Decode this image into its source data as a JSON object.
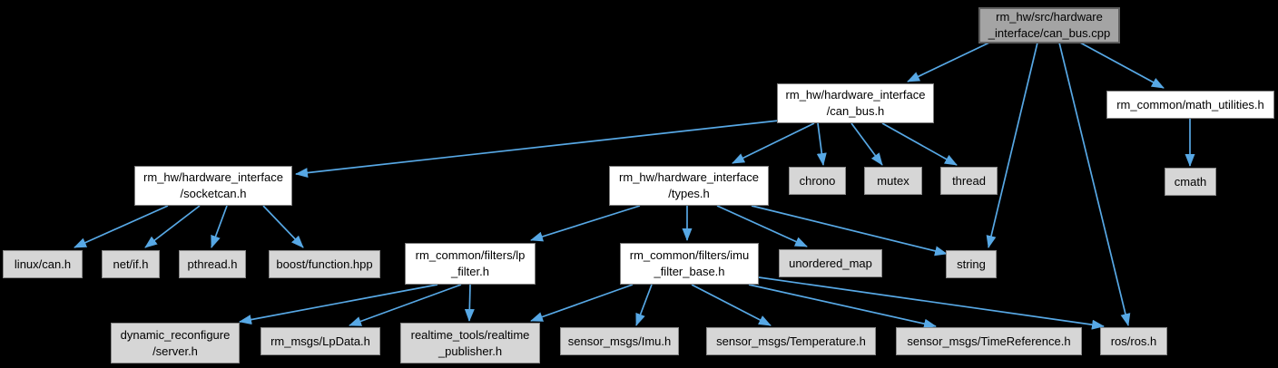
{
  "diagram": {
    "type": "include-dependency-graph",
    "background_color": "#000000",
    "edge_color": "#57a8e5",
    "node_styles": {
      "root_fill": "#a4a4a4",
      "root_border": "#5f5f5f",
      "internal_fill": "#ffffff",
      "internal_border": "#7f7f7f",
      "external_fill": "#d6d6d6",
      "external_border": "#8a8a8a",
      "text_color": "#000000"
    }
  },
  "graph": {
    "nodes": {
      "can_bus_cpp": {
        "label": "rm_hw/src/hardware\n_interface/can_bus.cpp",
        "kind": "root"
      },
      "can_bus_h": {
        "label": "rm_hw/hardware_interface\n/can_bus.h",
        "kind": "internal"
      },
      "math_utilities_h": {
        "label": "rm_common/math_utilities.h",
        "kind": "internal"
      },
      "cmath": {
        "label": "cmath",
        "kind": "external"
      },
      "chrono": {
        "label": "chrono",
        "kind": "external"
      },
      "mutex": {
        "label": "mutex",
        "kind": "external"
      },
      "thread": {
        "label": "thread",
        "kind": "external"
      },
      "socketcan_h": {
        "label": "rm_hw/hardware_interface\n/socketcan.h",
        "kind": "internal"
      },
      "types_h": {
        "label": "rm_hw/hardware_interface\n/types.h",
        "kind": "internal"
      },
      "linux_can_h": {
        "label": "linux/can.h",
        "kind": "external"
      },
      "net_if_h": {
        "label": "net/if.h",
        "kind": "external"
      },
      "pthread_h": {
        "label": "pthread.h",
        "kind": "external"
      },
      "boost_function_hpp": {
        "label": "boost/function.hpp",
        "kind": "external"
      },
      "lp_filter_h": {
        "label": "rm_common/filters/lp\n_filter.h",
        "kind": "internal"
      },
      "imu_filter_base_h": {
        "label": "rm_common/filters/imu\n_filter_base.h",
        "kind": "internal"
      },
      "unordered_map": {
        "label": "unordered_map",
        "kind": "external"
      },
      "string": {
        "label": "string",
        "kind": "external"
      },
      "dynamic_reconfigure_server_h": {
        "label": "dynamic_reconfigure\n/server.h",
        "kind": "external"
      },
      "rm_msgs_lpdata_h": {
        "label": "rm_msgs/LpData.h",
        "kind": "external"
      },
      "realtime_publisher_h": {
        "label": "realtime_tools/realtime\n_publisher.h",
        "kind": "external"
      },
      "sensor_msgs_imu_h": {
        "label": "sensor_msgs/Imu.h",
        "kind": "external"
      },
      "sensor_msgs_temperature_h": {
        "label": "sensor_msgs/Temperature.h",
        "kind": "external"
      },
      "sensor_msgs_timereference_h": {
        "label": "sensor_msgs/TimeReference.h",
        "kind": "external"
      },
      "ros_ros_h": {
        "label": "ros/ros.h",
        "kind": "external"
      }
    },
    "edges": [
      {
        "from": "can_bus_cpp",
        "to": "can_bus_h"
      },
      {
        "from": "can_bus_cpp",
        "to": "math_utilities_h"
      },
      {
        "from": "can_bus_cpp",
        "to": "string"
      },
      {
        "from": "can_bus_cpp",
        "to": "ros_ros_h"
      },
      {
        "from": "math_utilities_h",
        "to": "cmath"
      },
      {
        "from": "can_bus_h",
        "to": "socketcan_h"
      },
      {
        "from": "can_bus_h",
        "to": "types_h"
      },
      {
        "from": "can_bus_h",
        "to": "chrono"
      },
      {
        "from": "can_bus_h",
        "to": "mutex"
      },
      {
        "from": "can_bus_h",
        "to": "thread"
      },
      {
        "from": "socketcan_h",
        "to": "linux_can_h"
      },
      {
        "from": "socketcan_h",
        "to": "net_if_h"
      },
      {
        "from": "socketcan_h",
        "to": "pthread_h"
      },
      {
        "from": "socketcan_h",
        "to": "boost_function_hpp"
      },
      {
        "from": "types_h",
        "to": "lp_filter_h"
      },
      {
        "from": "types_h",
        "to": "imu_filter_base_h"
      },
      {
        "from": "types_h",
        "to": "unordered_map"
      },
      {
        "from": "types_h",
        "to": "string"
      },
      {
        "from": "lp_filter_h",
        "to": "dynamic_reconfigure_server_h"
      },
      {
        "from": "lp_filter_h",
        "to": "rm_msgs_lpdata_h"
      },
      {
        "from": "lp_filter_h",
        "to": "realtime_publisher_h"
      },
      {
        "from": "imu_filter_base_h",
        "to": "realtime_publisher_h"
      },
      {
        "from": "imu_filter_base_h",
        "to": "sensor_msgs_imu_h"
      },
      {
        "from": "imu_filter_base_h",
        "to": "sensor_msgs_temperature_h"
      },
      {
        "from": "imu_filter_base_h",
        "to": "sensor_msgs_timereference_h"
      },
      {
        "from": "imu_filter_base_h",
        "to": "ros_ros_h"
      }
    ]
  }
}
